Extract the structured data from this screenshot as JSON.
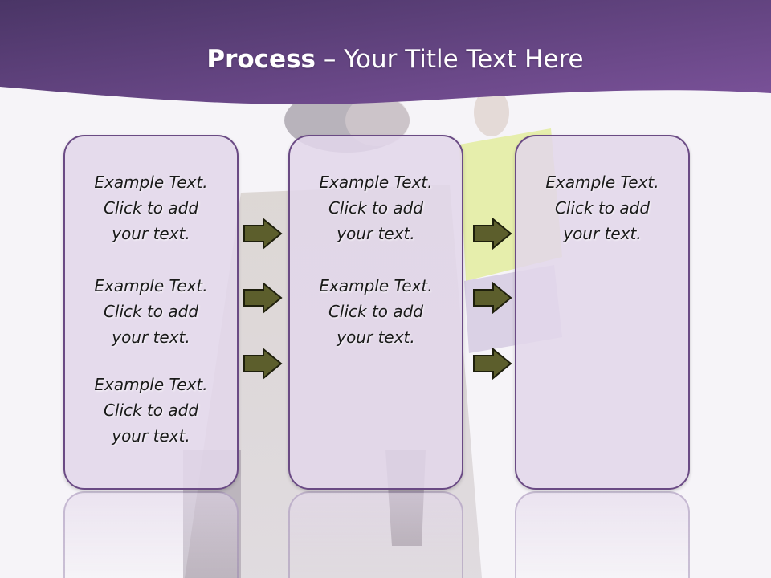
{
  "header": {
    "title_bold": "Process",
    "title_rest": " – Your Title Text Here"
  },
  "columns": [
    {
      "items": [
        {
          "line1": "Example Text.",
          "line2": "Click  to add",
          "line3": "your text."
        },
        {
          "line1": "Example Text.",
          "line2": "Click  to add",
          "line3": "your text."
        },
        {
          "line1": "Example Text.",
          "line2": "Click  to add",
          "line3": "your text."
        }
      ]
    },
    {
      "items": [
        {
          "line1": "Example Text.",
          "line2": "Click  to add",
          "line3": "your text."
        },
        {
          "line1": "Example Text.",
          "line2": "Click  to add",
          "line3": "your text."
        }
      ]
    },
    {
      "items": [
        {
          "line1": "Example Text.",
          "line2": "Click  to add",
          "line3": "your text."
        }
      ]
    }
  ],
  "colors": {
    "banner_dark": "#4a3566",
    "banner_light": "#7b529a",
    "box_fill": "#e2d6ea",
    "box_border": "#6a4a84",
    "arrow_fill": "#5c5e2c",
    "arrow_stroke": "#1e1f0c"
  },
  "icons": {
    "arrow": "right-arrow-icon",
    "background": "shopping-woman-photo"
  }
}
